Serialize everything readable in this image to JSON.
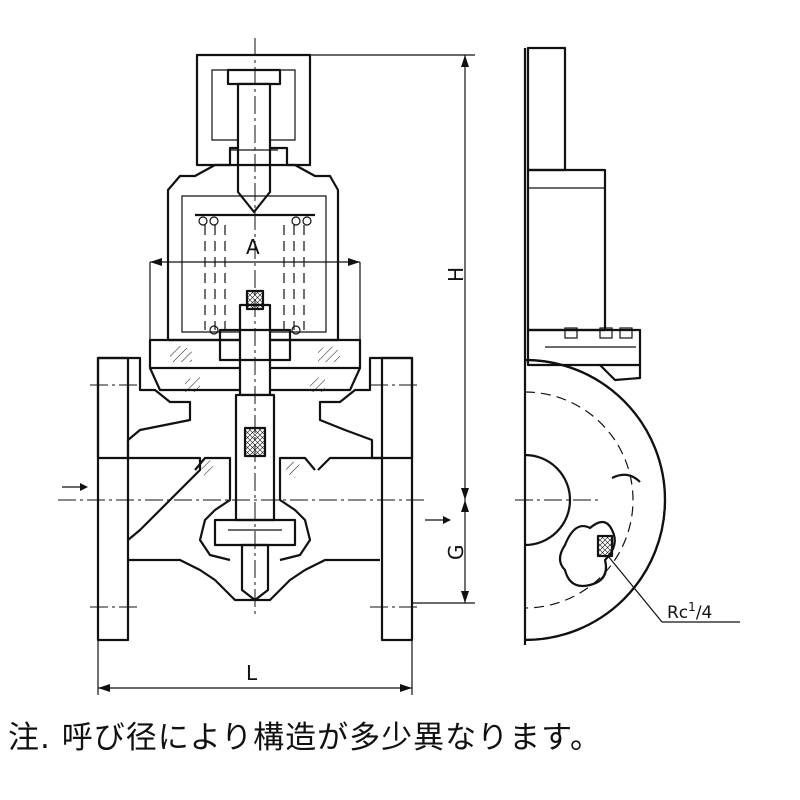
{
  "labels": {
    "dim_a": "A",
    "dim_h": "H",
    "dim_g": "G",
    "dim_l": "L",
    "port_prefix": "Rc",
    "port_num": "1",
    "port_den": "/4"
  },
  "note": "注. 呼び径により構造が多少異なります。"
}
